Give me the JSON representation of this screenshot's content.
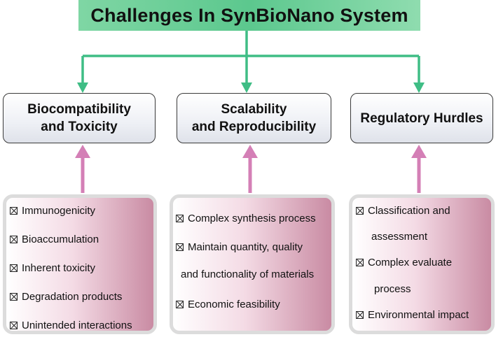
{
  "title": "Challenges In SynBioNano System",
  "colors": {
    "top_arrow": "#3fbd85",
    "bottom_arrow": "#d47fb6",
    "title_bg": "#6cd098"
  },
  "categories": [
    {
      "label": "Biocompatibility\nand Toxicity",
      "items": [
        "Immunogenicity",
        "Bioaccumulation",
        "Inherent toxicity",
        "Degradation products",
        "Unintended interactions"
      ]
    },
    {
      "label": "Scalability\nand Reproducibility",
      "items": [
        "Complex synthesis process",
        "Maintain quantity, quality",
        "and functionality of materials",
        "Economic feasibility"
      ]
    },
    {
      "label": "Regulatory Hurdles",
      "items": [
        "Classification and",
        "assessment",
        "Complex evaluate",
        "process",
        "Environmental impact"
      ]
    }
  ]
}
